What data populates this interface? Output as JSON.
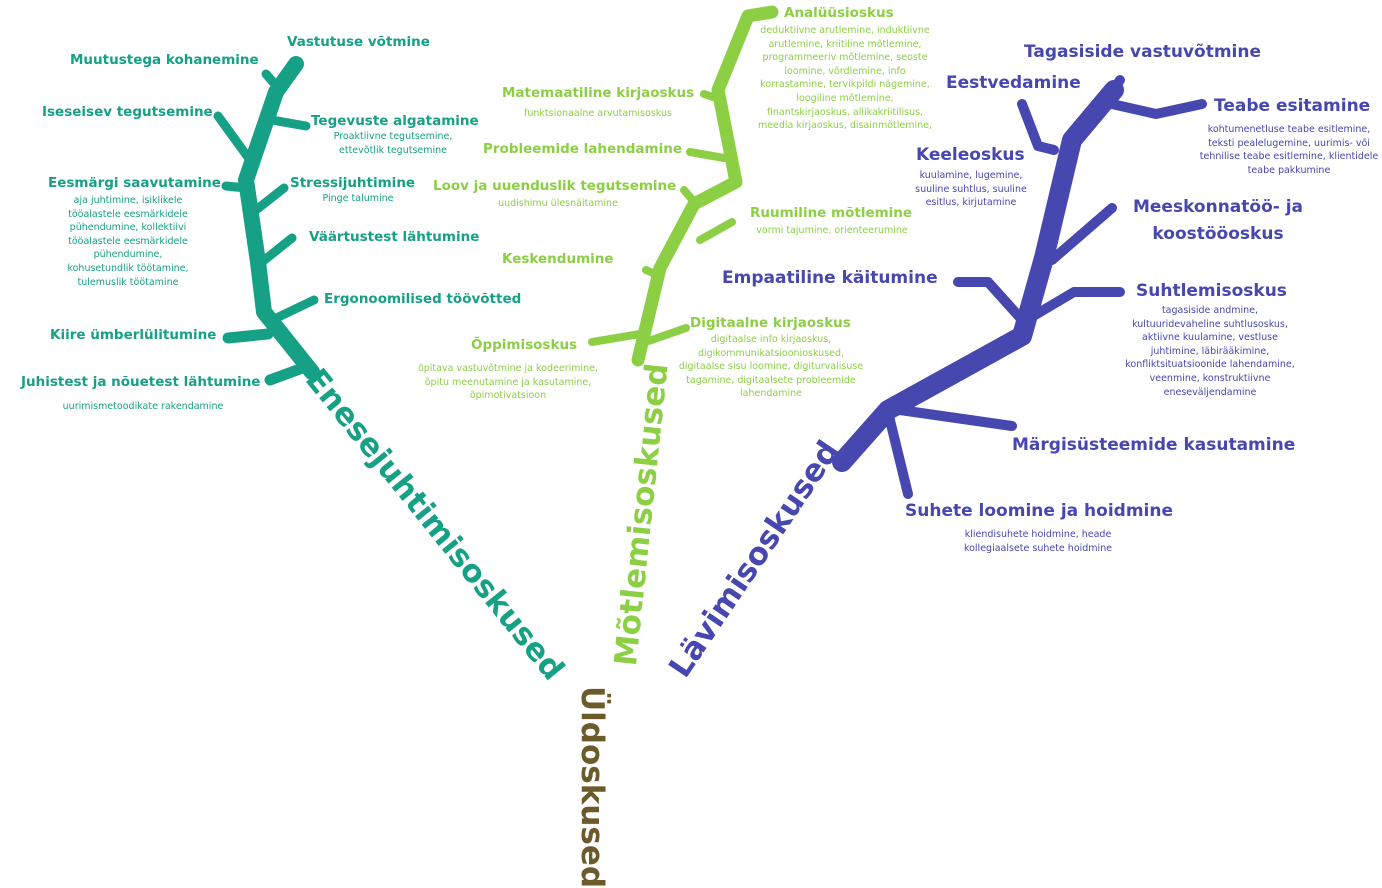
{
  "root": {
    "label": "Üldoskused",
    "color": "#6b5a2a"
  },
  "branches": {
    "self": {
      "label": "Enesejuhtimisoskused",
      "color": "#16a085",
      "skills": [
        {
          "title": "Vastutuse võtmine"
        },
        {
          "title": "Muutustega kohanemine"
        },
        {
          "title": "Iseseisev tegutsemine"
        },
        {
          "title": "Tegevuste algatamine",
          "desc": "Proaktiivne tegutsemine,\nettevõtlik tegutsemine"
        },
        {
          "title": "Eesmärgi saavutamine",
          "desc": "aja juhtimine, isiklikele\ntööalastele eesmärkidele\npühendumine, kollektiivi\ntööalastele eesmärkidele\npühendumine,\nkohusetundlik töötamine,\ntulemuslik töötamine"
        },
        {
          "title": "Stressijuhtimine",
          "desc": "Pinge talumine"
        },
        {
          "title": "Väärtustest lähtumine"
        },
        {
          "title": "Ergonoomilised töövõtted"
        },
        {
          "title": "Kiire ümberlülitumine"
        },
        {
          "title": "Juhistest ja nõuetest lähtumine",
          "desc": "uurimismetoodikate rakendamine"
        }
      ]
    },
    "think": {
      "label": "Mõtlemisoskused",
      "color": "#8ccf45",
      "skills": [
        {
          "title": "Analüüsioskus",
          "desc": "deduktiivne arutlemine, induktiivne\narutlemine, kriitiline mõtlemine,\nprogrammeeriv mõtlemine, seoste\nloomine, võrdlemine, info\nkorrastamine, tervikpildi nägemine,\nloogiline mõtlemine,\nfinantskirjaoskus, allikakriitilisus,\nmeedia kirjaoskus, disainmõtlemine,"
        },
        {
          "title": "Matemaatiline kirjaoskus",
          "desc": "funktsionaalne arvutamisoskus"
        },
        {
          "title": "Probleemide lahendamine"
        },
        {
          "title": "Loov ja uuenduslik tegutsemine",
          "desc": "uudishimu ülesnäitamine"
        },
        {
          "title": "Ruumiline mõtlemine",
          "desc": "vormi tajumine, orienteerumine"
        },
        {
          "title": "Keskendumine"
        },
        {
          "title": "Digitaalne kirjaoskus",
          "desc": "digitaalse info kirjaoskus,\ndigikommunikatsioonioskused,\ndigitaalse sisu loomine, digiturvalisuse\ntagamine, digitaalsete probleemide\nlahendamine"
        },
        {
          "title": "Õppimisoskus",
          "desc": "õpitava vastuvõtmine ja kodeerimine,\nõpitu meenutamine ja kasutamine,\nõpimotivatsioon"
        }
      ]
    },
    "trans": {
      "label": "Lävimisoskused",
      "color": "#4747b0",
      "skills": [
        {
          "title": "Tagasiside vastuvõtmine"
        },
        {
          "title": "Eestvedamine"
        },
        {
          "title": "Teabe esitamine",
          "desc": "kohtumenetluse teabe esitlemine,\nteksti pealelugemine, uurimis- või\ntehnilise teabe esitlemine, klientidele\nteabe pakkumine"
        },
        {
          "title": "Keeleoskus",
          "desc": "kuulamine, lugemine,\nsuuline suhtlus, suuline\nesitlus, kirjutamine"
        },
        {
          "title": "Meeskonnatöö- ja\nkoostööoskus"
        },
        {
          "title": "Empaatiline käitumine"
        },
        {
          "title": "Suhtlemisoskus",
          "desc": "tagasiside andmine,\nkultuuridevaheline suhtlusoskus,\naktiivne kuulamine, vestluse\njuhtimine, läbirääkimine,\nkonfliktsituatsioonide lahendamine,\nveenmine, konstruktiivne\neneseväljendamine"
        },
        {
          "title": "Märgisüsteemide kasutamine"
        },
        {
          "title": "Suhete loomine ja hoidmine",
          "desc": "kliendisuhete hoidmine, heade\nkollegiaalsete suhete hoidmine"
        }
      ]
    }
  }
}
